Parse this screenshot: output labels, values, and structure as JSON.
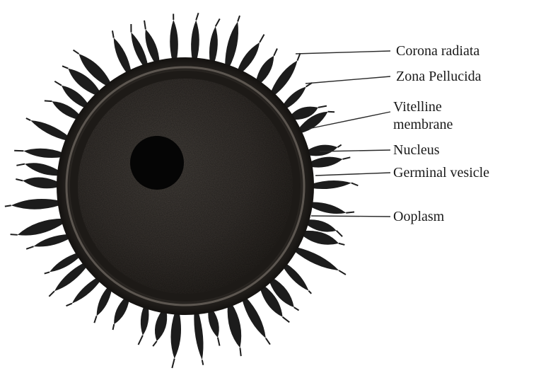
{
  "diagram": {
    "labels": {
      "corona_radiata": "Corona radiata",
      "zona_pellucida": "Zona Pellucida",
      "vitelline_line1": "Vitelline",
      "vitelline_line2": "membrane",
      "nucleus": "Nucleus",
      "germinal_vesicle": "Germinal vesicle",
      "ooplasm": "Ooplasm"
    }
  },
  "colors": {
    "background": "#ffffff",
    "cell_dark": "#1c1c1c",
    "ooplasm": "#3a3632",
    "nucleus": "#050505",
    "label_text": "#1a1a1a"
  }
}
